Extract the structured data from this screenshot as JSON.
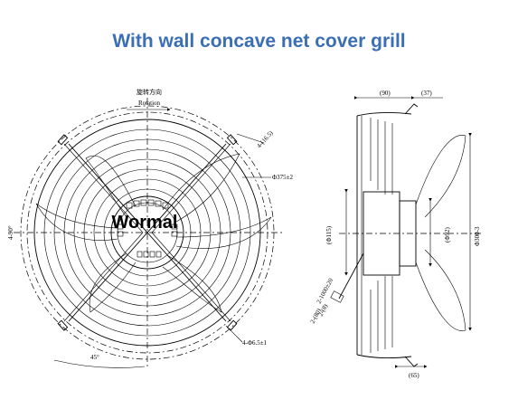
{
  "title": "With wall concave net cover grill",
  "front_view": {
    "rotation_cn": "旋转方向",
    "rotation_en": "Rotation",
    "brand": "Wormal",
    "dim_slot": "4-(16.5)",
    "dim_diameter": "Φ375±2",
    "dim_angle": "4-90°",
    "dim_holes": "4-Φ6.5±1",
    "dim_angle45": "45°"
  },
  "side_view": {
    "dim_90": "(90)",
    "dim_37": "(37)",
    "dim_115": "(Φ115)",
    "dim_92": "(Φ92)",
    "dim_300": "Φ300-3",
    "dim_cable1": "2-1000±20",
    "dim_cable2": "2-(8)",
    "dim_cable3": "2-(80)",
    "dim_65": "(65)"
  }
}
